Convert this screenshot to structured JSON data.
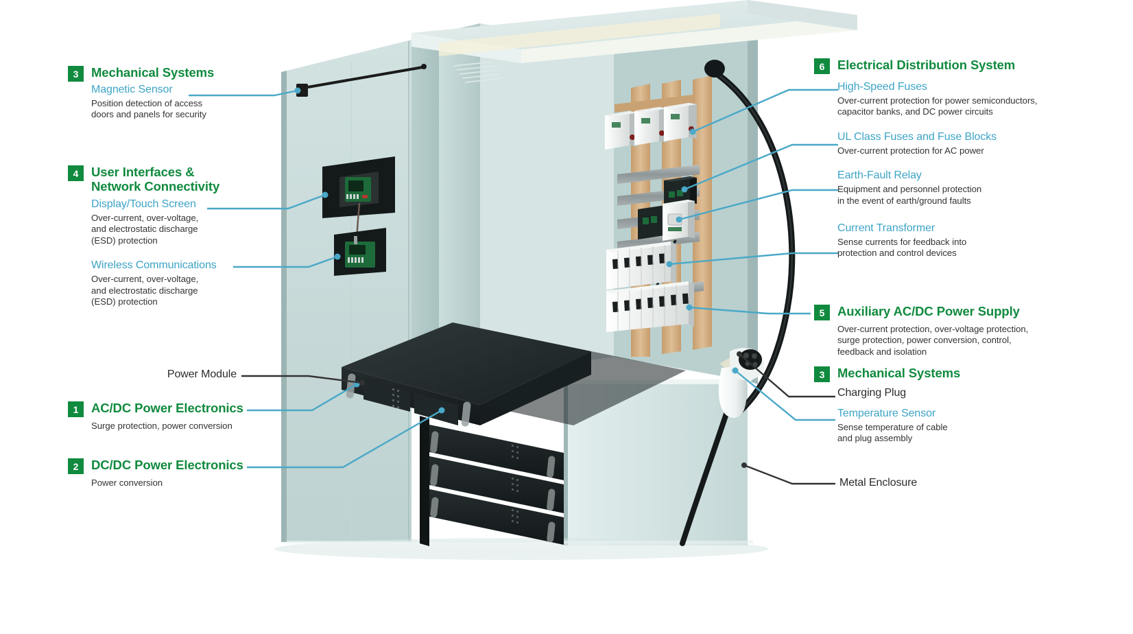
{
  "diagram": {
    "title": "EV Charging Station Component Diagram",
    "colors": {
      "green": "#108a3e",
      "blue": "#3da4c6",
      "leader_blue": "#4aa8c8",
      "leader_dark": "#333333",
      "body_text": "#333333",
      "cabinet_light": "#c9dcdb",
      "cabinet_mid": "#b4cac9",
      "cabinet_dark": "#9fb8b8",
      "busbar_copper": "#d7b184",
      "module_black": "#1e2423"
    },
    "callouts": {
      "mechanical_systems_left": {
        "number": "3",
        "category": "Mechanical Systems",
        "item": "Magnetic Sensor",
        "description": "Position detection of access\ndoors and panels for security"
      },
      "user_interfaces": {
        "number": "4",
        "category": "User Interfaces &\nNetwork Connectivity",
        "items": [
          {
            "item": "Display/Touch Screen",
            "description": "Over-current, over-voltage,\nand electrostatic discharge\n(ESD) protection"
          },
          {
            "item": "Wireless Communications",
            "description": "Over-current, over-voltage,\nand electrostatic discharge\n(ESD) protection"
          }
        ]
      },
      "power_module": {
        "item": "Power Module"
      },
      "acdc_power_electronics": {
        "number": "1",
        "category": "AC/DC Power Electronics",
        "description": "Surge protection, power conversion"
      },
      "dcdc_power_electronics": {
        "number": "2",
        "category": "DC/DC Power Electronics",
        "description": "Power conversion"
      },
      "electrical_distribution": {
        "number": "6",
        "category": "Electrical Distribution System",
        "items": [
          {
            "item": "High-Speed Fuses",
            "description": "Over-current protection for power semiconductors,\ncapacitor banks, and DC power circuits"
          },
          {
            "item": "UL Class Fuses and Fuse Blocks",
            "description": "Over-current protection for AC power"
          },
          {
            "item": "Earth-Fault Relay",
            "description": "Equipment and personnel protection\nin the event of earth/ground faults"
          },
          {
            "item": "Current Transformer",
            "description": "Sense currents for feedback into\nprotection and control devices"
          }
        ]
      },
      "auxiliary_power_supply": {
        "number": "5",
        "category": "Auxiliary AC/DC Power Supply",
        "description": "Over-current protection, over-voltage protection,\nsurge protection, power conversion, control,\nfeedback and isolation"
      },
      "mechanical_systems_right": {
        "number": "3",
        "category": "Mechanical Systems",
        "items": [
          {
            "item": "Charging Plug",
            "description": ""
          },
          {
            "item": "Temperature Sensor",
            "description": "Sense temperature of cable\nand plug assembly"
          }
        ]
      },
      "metal_enclosure": {
        "item": "Metal Enclosure"
      }
    }
  }
}
